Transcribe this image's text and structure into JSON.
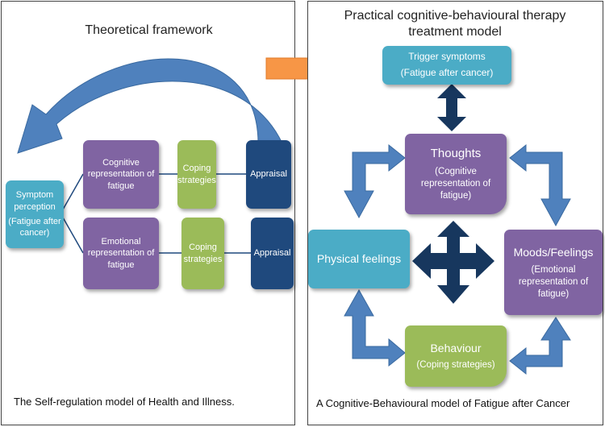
{
  "left": {
    "title": "Theoretical framework",
    "symptom_box": {
      "line1": "Symptom perception",
      "line2": "(Fatigue after cancer)"
    },
    "cognitive_box": "Cognitive representation of fatigue",
    "emotional_box": "Emotional representation of fatigue",
    "coping_top": "Coping strategies",
    "coping_bottom": "Coping strategies",
    "appraisal_top": "Appraisal",
    "appraisal_bottom": "Appraisal",
    "caption": "The Self-regulation model of Health and Illness."
  },
  "right": {
    "title": "Practical cognitive-behavioural therapy treatment model",
    "trigger": {
      "title": "Trigger symptoms",
      "sub": "(Fatigue after cancer)"
    },
    "thoughts": {
      "title": "Thoughts",
      "sub": "(Cognitive representation of fatigue)"
    },
    "physical": {
      "title": "Physical feelings"
    },
    "moods": {
      "title": "Moods/Feelings",
      "sub": "(Emotional representation of fatigue)"
    },
    "behaviour": {
      "title": "Behaviour",
      "sub": "(Coping strategies)"
    },
    "caption": "A Cognitive-Behavioural model of Fatigue after Cancer"
  },
  "colors": {
    "teal": "#4bacc6",
    "purple": "#8064a2",
    "green": "#9bbb59",
    "navy": "#1f497d",
    "arrow_blue": "#4f81bd",
    "arrow_dark": "#17375e",
    "arrow_orange": "#f79646"
  }
}
